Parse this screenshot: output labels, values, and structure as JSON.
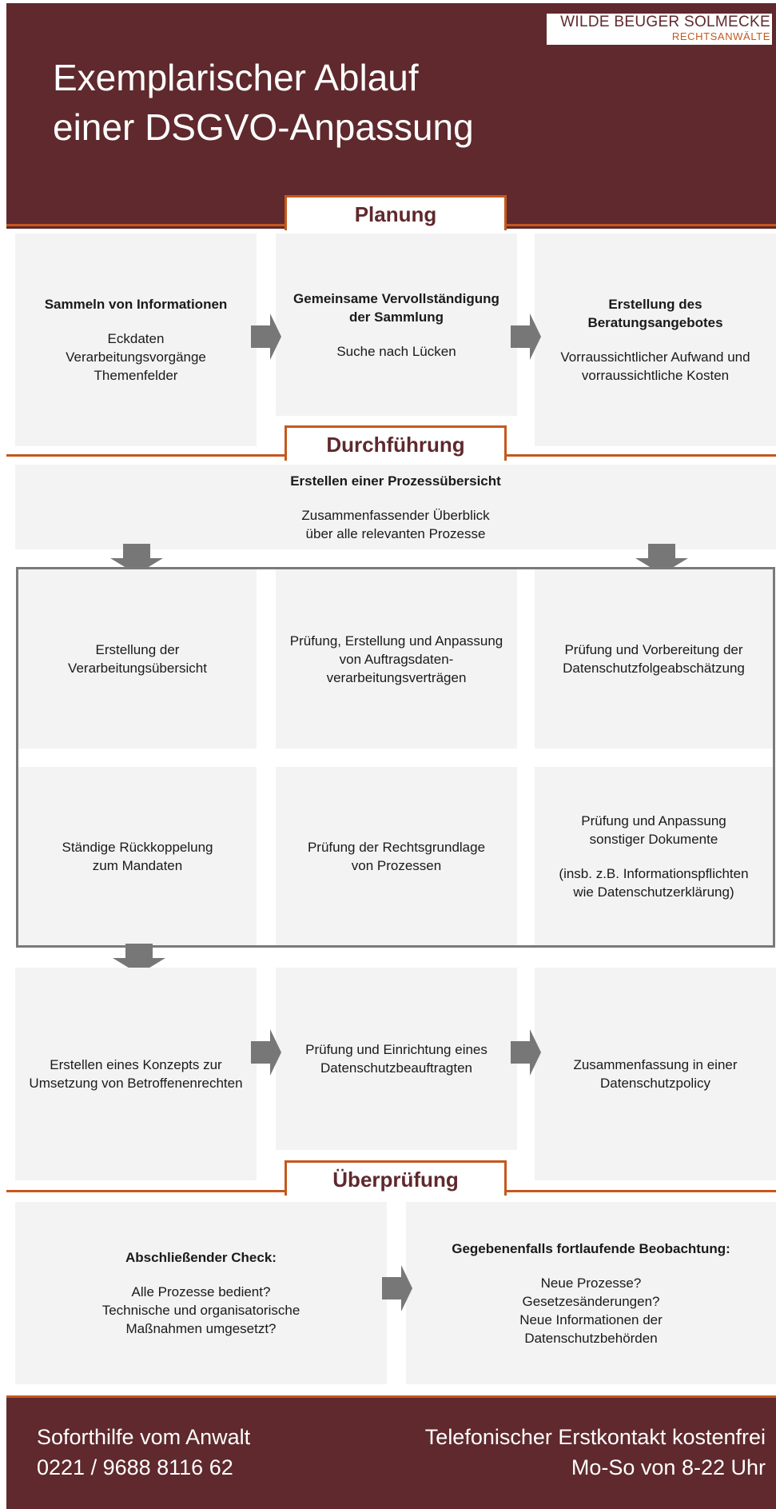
{
  "header": {
    "logo_name": "WILDE BEUGER SOLMECKE",
    "logo_sub": "RECHTSANWÄLTE",
    "title_line1": "Exemplarischer Ablauf",
    "title_line2": "einer DSGVO-Anpassung"
  },
  "sections": {
    "planung": "Planung",
    "durchfuehrung": "Durchführung",
    "ueberpruefung": "Überprüfung"
  },
  "planung": {
    "box1": {
      "title": "Sammeln von Informationen",
      "lines": [
        "Eckdaten",
        "Verarbeitungsvorgänge",
        "Themenfelder"
      ]
    },
    "box2": {
      "title_line1": "Gemeinsame Vervollständigung",
      "title_line2": "der Sammlung",
      "text": "Suche nach Lücken"
    },
    "box3": {
      "title_line1": "Erstellung des",
      "title_line2": "Beratungsangebotes",
      "text_line1": "Vorraussichtlicher Aufwand und",
      "text_line2": "vorraussichtliche Kosten"
    }
  },
  "durchfuehrung": {
    "overview": {
      "title": "Erstellen einer Prozessübersicht",
      "text_line1": "Zusammenfassender Überblick",
      "text_line2": "über alle relevanten Prozesse"
    },
    "grid": {
      "r1c1": [
        "Erstellung der",
        "Verarbeitungsübersicht"
      ],
      "r1c2": [
        "Prüfung, Erstellung und Anpassung",
        "von Auftragsdaten-",
        "verarbeitungsverträgen"
      ],
      "r1c3": [
        "Prüfung und Vorbereitung der",
        "Datenschutzfolgeabschätzung"
      ],
      "r2c1": [
        "Ständige Rückkoppelung",
        "zum Mandaten"
      ],
      "r2c2": [
        "Prüfung der Rechtsgrundlage",
        "von Prozessen"
      ],
      "r2c3_a": [
        "Prüfung und Anpassung",
        "sonstiger Dokumente"
      ],
      "r2c3_b": [
        "(insb. z.B. Informationspflichten",
        "wie Datenschutzerklärung)"
      ]
    },
    "bottom": {
      "c1": [
        "Erstellen eines Konzepts zur",
        "Umsetzung von Betroffenenrechten"
      ],
      "c2": [
        "Prüfung und Einrichtung eines",
        "Datenschutzbeauftragten"
      ],
      "c3": [
        "Zusammenfassung in einer",
        "Datenschutzpolicy"
      ]
    }
  },
  "ueberpruefung": {
    "left": {
      "title": "Abschließender Check:",
      "lines": [
        "Alle Prozesse bedient?",
        "Technische und organisatorische",
        "Maßnahmen umgesetzt?"
      ]
    },
    "right": {
      "title": "Gegebenenfalls fortlaufende Beobachtung:",
      "lines": [
        "Neue Prozesse?",
        "Gesetzesänderungen?",
        "Neue Informationen der",
        "Datenschutzbehörden"
      ]
    }
  },
  "footer": {
    "left_line1": "Soforthilfe vom Anwalt",
    "left_line2": "0221 / 9688 8116 62",
    "right_line1": "Telefonischer Erstkontakt kostenfrei",
    "right_line2": "Mo-So von 8-22 Uhr"
  },
  "colors": {
    "brand": "#5f292d",
    "accent": "#c5581d",
    "box": "#f4f3f3",
    "arrow": "#777777"
  }
}
